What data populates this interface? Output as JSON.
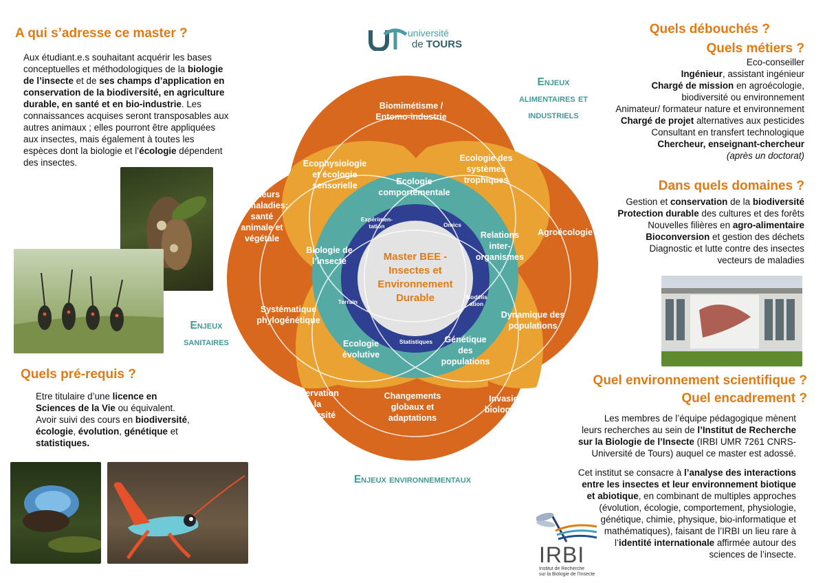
{
  "left": {
    "audience": {
      "title": "A qui s’adresse ce master ?",
      "lines": [
        [
          "Aux étudiant.e.s souhaitant acquérir les bases"
        ],
        [
          "conceptuelles et méthodologiques de la ",
          {
            "b": "biologie"
          }
        ],
        [
          {
            "b": "de l’insecte"
          },
          " et de ",
          {
            "b": "ses champs d’application en"
          }
        ],
        [
          {
            "b": "conservation de la biodiversité, en agriculture"
          }
        ],
        [
          {
            "b": "durable, en santé et en bio-industrie"
          },
          ". Les"
        ],
        [
          "connaissances acquises seront transposables aux"
        ],
        [
          "autres animaux ; elles pourront être appliquées"
        ],
        [
          "aux insectes, mais également à toutes les"
        ],
        [
          "espèces dont la biologie et l’",
          {
            "b": "écologie"
          },
          " dépendent"
        ],
        [
          "des insectes."
        ]
      ]
    },
    "prereq": {
      "title": "Quels pré-requis ?",
      "lines": [
        [
          "Etre titulaire d’une ",
          {
            "b": "licence en"
          }
        ],
        [
          {
            "b": "Sciences de la Vie"
          },
          " ou équivalent."
        ],
        [
          "Avoir suivi des cours en ",
          {
            "b": "biodiversité"
          },
          ","
        ],
        [
          {
            "b": "écologie"
          },
          ", ",
          {
            "b": "évolution"
          },
          ", ",
          {
            "b": "génétique"
          },
          " et"
        ],
        [
          {
            "b": "statistiques."
          }
        ]
      ]
    }
  },
  "logo": {
    "line1": "université",
    "line2_a": "de ",
    "line2_b": "TOURS"
  },
  "venn": {
    "enjeux": {
      "top": [
        "Enjeux",
        "alimentaires et",
        "industriels"
      ],
      "left": [
        "Enjeux",
        "sanitaires"
      ],
      "bottom": "Enjeux environnementaux"
    },
    "outer": {
      "top": [
        "Biomimétisme /",
        "Entomo-industrie"
      ],
      "left": [
        "Vecteurs",
        "de maladies:",
        "santé",
        "animale et",
        "végétale"
      ],
      "right": "Agroécologie",
      "bottom_left": [
        "Conservation",
        "de la",
        "biodiversité"
      ],
      "bottom_right": [
        "Invasions",
        "biologiques"
      ]
    },
    "middle": {
      "ecophys": [
        "Ecophysiologie",
        "et écologie",
        "sensorielle"
      ],
      "ecosys": [
        "Ecologie des",
        "systèmes",
        "trophiques"
      ],
      "systematique": [
        "Systématique",
        "phylogénétique"
      ],
      "dynamique": [
        "Dynamique des",
        "populations"
      ],
      "changements": [
        "Changements",
        "globaux et",
        "adaptations"
      ]
    },
    "teal": {
      "comportement": [
        "Ecologie",
        "comportementale"
      ],
      "biologie": [
        "Biologie de",
        "l’insecte"
      ],
      "relations": [
        "Relations",
        "inter-",
        "organismes"
      ],
      "evolutive": [
        "Ecologie",
        "évolutive"
      ],
      "genetique": [
        "Génétique",
        "des",
        "populations"
      ]
    },
    "blue": {
      "experimentation": [
        "Expérimen-",
        "tation"
      ],
      "omics": "Omics",
      "terrain": "Terrain",
      "modelisation": [
        "Modélis",
        "ation"
      ],
      "statistiques": "Statistiques"
    },
    "center": [
      "Master BEE -",
      "Insectes et",
      "Environnement",
      "Durable"
    ]
  },
  "right": {
    "debouches": {
      "title1": "Quels débouchés ?",
      "title2": "Quels métiers ?",
      "lines": [
        [
          "Eco-conseiller"
        ],
        [
          {
            "b": "Ingénieur"
          },
          ", assistant ingénieur"
        ],
        [
          {
            "b": "Chargé de mission"
          },
          " en agroécologie,"
        ],
        [
          "biodiversité ou environnement"
        ],
        [
          "Animateur/ formateur nature et environnement"
        ],
        [
          {
            "b": "Chargé de projet"
          },
          " alternatives aux pesticides"
        ],
        [
          "Consultant en transfert technologique"
        ],
        [
          {
            "b": "Chercheur, enseignant-chercheur"
          }
        ],
        [
          {
            "i": "(après un doctorat)"
          }
        ]
      ]
    },
    "domaines": {
      "title": "Dans quels domaines ?",
      "lines": [
        [
          "Gestion et ",
          {
            "b": "conservation"
          },
          " de la ",
          {
            "b": "biodiversité"
          }
        ],
        [
          {
            "b": "Protection durable"
          },
          " des cultures et des forêts"
        ],
        [
          "Nouvelles filières en ",
          {
            "b": "agro-alimentaire"
          }
        ],
        [
          {
            "b": "Bioconversion"
          },
          " et gestion des déchets"
        ],
        [
          "Diagnostic et lutte contre des insectes"
        ],
        [
          "vecteurs de maladies"
        ]
      ]
    },
    "environnement": {
      "title1": "Quel environnement scientifique ?",
      "title2": "Quel encadrement ?",
      "p1": [
        [
          "Les membres de l’équipe pédagogique mènent"
        ],
        [
          "leurs recherches au sein de ",
          {
            "b": "l’Institut de Recherche"
          }
        ],
        [
          {
            "b": "sur la Biologie de l’Insecte"
          },
          " (IRBI UMR 7261 CNRS-"
        ],
        [
          "Université de Tours) auquel ce master est adossé."
        ]
      ],
      "p2": [
        [
          "Cet institut se consacre à ",
          {
            "b": "l’analyse des interactions"
          }
        ],
        [
          {
            "b": "entre les insectes et leur environnement biotique"
          }
        ],
        [
          {
            "b": "et abiotique"
          },
          ", en combinant de multiples approches"
        ],
        [
          "(évolution, écologie, comportement, physiologie,"
        ],
        [
          "génétique, chimie, physique, bio-informatique et"
        ],
        [
          "mathématiques), faisant de l’IRBI un lieu rare à"
        ],
        [
          "l’",
          {
            "b": "identité internationale"
          },
          " affirmée autour des"
        ],
        [
          "sciences de l’insecte."
        ]
      ]
    }
  },
  "irbi": {
    "name": "IRBI",
    "sub1": "Institut de Recherche",
    "sub2": "sur la Biologie de l’Insecte"
  },
  "colors": {
    "orange": "#e07a14",
    "darkorange": "#d9681f",
    "yellow": "#eaa233",
    "teal": "#56aaa4",
    "blue": "#2f3f92",
    "center": "#e4e3e3",
    "enjeu": "#3f9a96"
  }
}
